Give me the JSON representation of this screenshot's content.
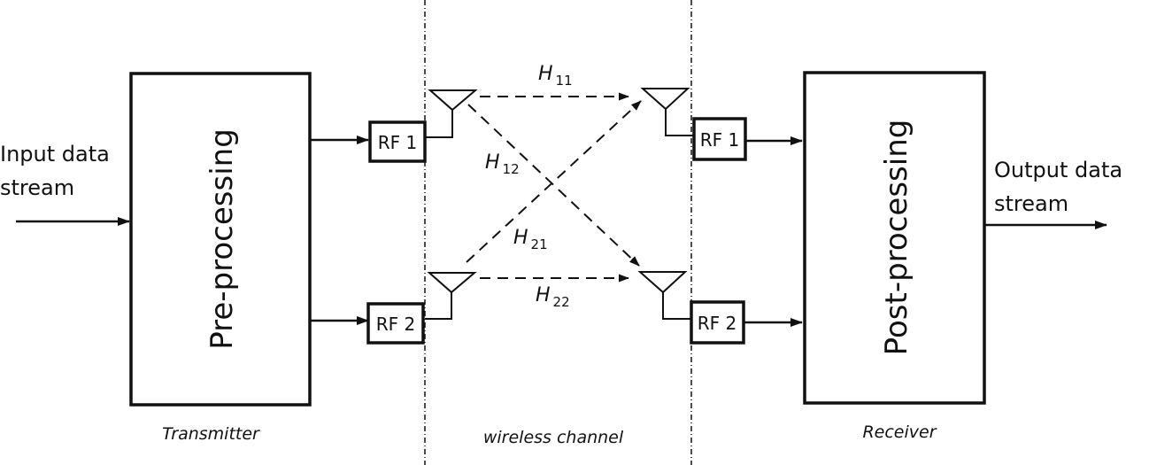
{
  "diagram": {
    "type": "MIMO 2x2 wireless system block diagram",
    "input_label": [
      "Input data",
      "stream"
    ],
    "output_label": [
      "Output data",
      "stream"
    ],
    "transmitter": {
      "block_title": "Pre-processing",
      "caption": "Transmitter",
      "rf_units": [
        "RF 1",
        "RF 2"
      ]
    },
    "channel": {
      "caption": "wireless channel",
      "links": [
        {
          "symbol": "H",
          "sub": "11",
          "from": "tx-antenna-1",
          "to": "rx-antenna-1"
        },
        {
          "symbol": "H",
          "sub": "12",
          "from": "tx-antenna-1",
          "to": "rx-antenna-2"
        },
        {
          "symbol": "H",
          "sub": "21",
          "from": "tx-antenna-2",
          "to": "rx-antenna-1"
        },
        {
          "symbol": "H",
          "sub": "22",
          "from": "tx-antenna-2",
          "to": "rx-antenna-2"
        }
      ]
    },
    "receiver": {
      "block_title": "Post-processing",
      "caption": "Receiver",
      "rf_units": [
        "RF 1",
        "RF 2"
      ]
    },
    "colors": {
      "stroke": "#111111",
      "background": "#ffffff"
    }
  }
}
